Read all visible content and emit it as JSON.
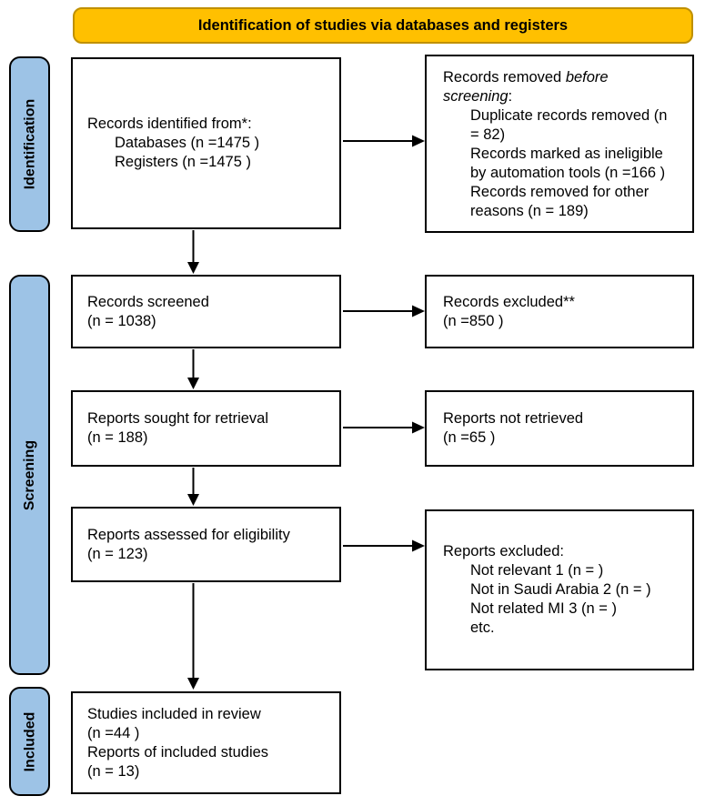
{
  "header": {
    "title": "Identification of studies via databases and registers"
  },
  "stages": {
    "identification": "Identification",
    "screening": "Screening",
    "included": "Included"
  },
  "boxes": {
    "records_identified": {
      "title": "Records identified from*:",
      "items": [
        "Databases (n =1475 )",
        "Registers (n =1475 )"
      ]
    },
    "records_removed": {
      "title_prefix": "Records removed ",
      "title_italic": "before screening",
      "title_suffix": ":",
      "items": [
        "Duplicate records removed (n = 82)",
        "Records marked as ineligible by automation tools (n =166 )",
        "Records removed for other reasons (n = 189)"
      ]
    },
    "records_screened": {
      "lines": [
        "Records screened",
        "(n = 1038)"
      ]
    },
    "records_excluded": {
      "lines": [
        "Records excluded**",
        "(n =850 )"
      ]
    },
    "reports_sought": {
      "lines": [
        "Reports sought for retrieval",
        "(n = 188)"
      ]
    },
    "reports_not_retrieved": {
      "lines": [
        "Reports not retrieved",
        "(n =65 )"
      ]
    },
    "reports_assessed": {
      "lines": [
        "Reports assessed for eligibility",
        "(n = 123)"
      ]
    },
    "reports_excluded": {
      "title": "Reports excluded:",
      "items": [
        "Not relevant 1 (n = )",
        "Not in Saudi Arabia 2 (n = )",
        "Not related MI 3 (n = )",
        "etc."
      ]
    },
    "studies_included": {
      "lines": [
        "Studies included in review",
        "(n =44 )",
        "Reports of included studies",
        "(n = 13)"
      ]
    }
  },
  "colors": {
    "header_fill": "#FFC000",
    "header_border": "#BF9000",
    "stage_fill": "#9DC3E6",
    "stage_border": "#000000",
    "box_fill": "#FFFFFF",
    "box_border": "#000000",
    "arrow": "#000000"
  }
}
